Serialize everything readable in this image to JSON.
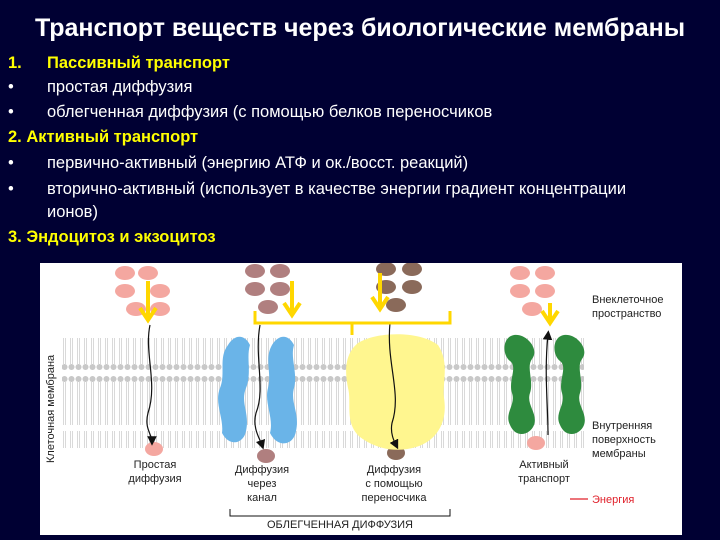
{
  "title": "Транспорт веществ через биологические мембраны",
  "lines": [
    {
      "marker": "1.",
      "text": "Пассивный транспорт",
      "style": "yellow"
    },
    {
      "marker": "•",
      "text": "простая диффузия",
      "style": "white"
    },
    {
      "marker": "•",
      "text": "облегченная диффузия (с помощью белков переносчиков",
      "style": "white"
    },
    {
      "marker": "",
      "text": "2. Активный транспорт",
      "style": "yellow"
    },
    {
      "marker": "•",
      "text": "первично-активный (энергию АТФ и ок./восст. реакций)",
      "style": "white"
    },
    {
      "marker": "•",
      "text": "вторично-активный (использует в качестве энергии градиент концентрации",
      "style": "white"
    },
    {
      "marker": "",
      "text": "ионов)",
      "style": "white"
    },
    {
      "marker": "",
      "text": "3. Эндоцитоз и экзоцитоз",
      "style": "yellow"
    }
  ],
  "figure": {
    "membrane_label": "Клеточная мембрана",
    "outside_label": [
      "Внеклеточное",
      "пространство"
    ],
    "inside_label": [
      "Внутренняя",
      "поверхность",
      "мембраны"
    ],
    "simple_diffusion": [
      "Простая",
      "диффузия"
    ],
    "channel_diffusion": [
      "Диффузия",
      "через",
      "канал"
    ],
    "carrier_diffusion": [
      "Диффузия",
      "с помощью",
      "переносчика"
    ],
    "active_transport": [
      "Активный",
      "транспорт"
    ],
    "energy": "Энергия",
    "facilitated": "ОБЛЕГЧЕННАЯ ДИФФУЗИЯ",
    "colors": {
      "lipid": "#c8c8c8",
      "channel_protein": "#6ab4e8",
      "carrier_protein": "#fff68f",
      "pump_protein": "#2e8b3e",
      "molecule_pink": "#f4a7a0",
      "molecule_mauve": "#b07f7f",
      "molecule_brown": "#8a6a5a",
      "arrow_yellow": "#ffd700",
      "energy_red": "#e0202a"
    }
  }
}
